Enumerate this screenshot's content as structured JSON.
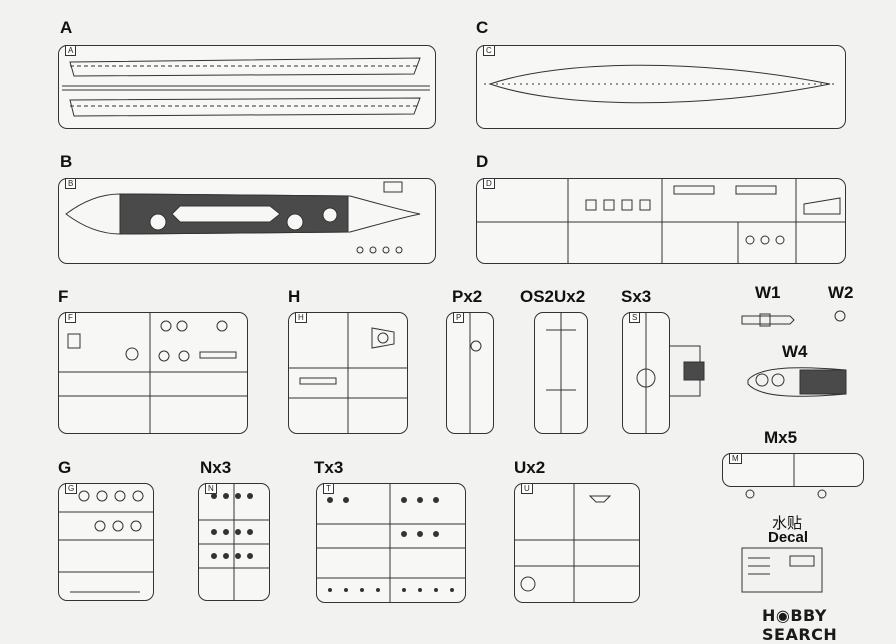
{
  "sprues": [
    {
      "id": "A",
      "label": "A"
    },
    {
      "id": "B",
      "label": "B"
    },
    {
      "id": "C",
      "label": "C"
    },
    {
      "id": "D",
      "label": "D"
    },
    {
      "id": "F",
      "label": "F"
    },
    {
      "id": "H",
      "label": "H"
    },
    {
      "id": "P",
      "label": "Px2"
    },
    {
      "id": "OS",
      "label": "OS2Ux2"
    },
    {
      "id": "S",
      "label": "Sx3"
    },
    {
      "id": "W1",
      "label": "W1"
    },
    {
      "id": "W2",
      "label": "W2"
    },
    {
      "id": "W4",
      "label": "W4"
    },
    {
      "id": "M",
      "label": "Mx5"
    },
    {
      "id": "G",
      "label": "G"
    },
    {
      "id": "N",
      "label": "Nx3"
    },
    {
      "id": "T",
      "label": "Tx3"
    },
    {
      "id": "U",
      "label": "Ux2"
    }
  ],
  "decal": {
    "cn": "水贴",
    "en": "Decal"
  },
  "watermark": {
    "brand": "H",
    "text": "BBY SEARCH"
  },
  "colors": {
    "line": "#333333",
    "deck": "#4a4a4a",
    "paper": "#f2f2f0"
  }
}
